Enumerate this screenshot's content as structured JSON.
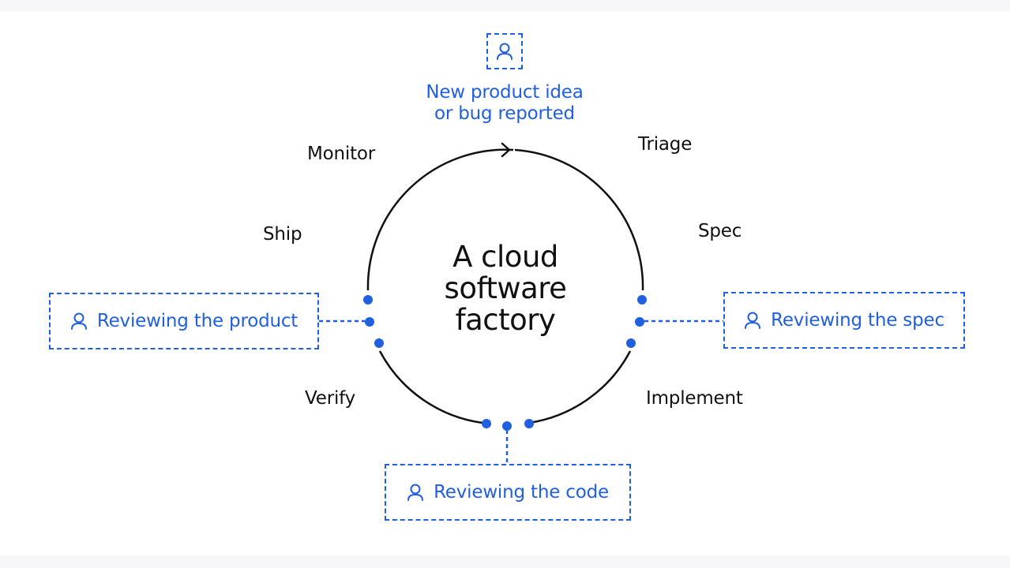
{
  "idea": {
    "line1": "New product idea",
    "line2": "or bug reported",
    "icon": "person-icon"
  },
  "center": {
    "line1": "A cloud",
    "line2": "software",
    "line3": "factory"
  },
  "steps": {
    "monitor": "Monitor",
    "triage": "Triage",
    "ship": "Ship",
    "spec": "Spec",
    "verify": "Verify",
    "implement": "Implement"
  },
  "reviews": {
    "product": "Reviewing the product",
    "spec": "Reviewing the spec",
    "code": "Reviewing the code"
  },
  "colors": {
    "accent": "#1f5fe0",
    "text": "#111111",
    "background": "#ffffff"
  }
}
